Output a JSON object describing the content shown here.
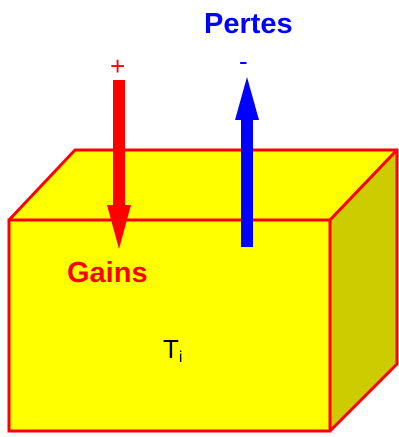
{
  "colors": {
    "box_fill": "#ffff00",
    "box_side": "#cccc00",
    "box_edge": "#ff0000",
    "gain_arrow": "#ff0000",
    "loss_arrow": "#0000ff",
    "gain_text": "#ff0000",
    "loss_text": "#0000ff",
    "temperature_text": "#000000"
  },
  "labels": {
    "losses": "Pertes",
    "gains": "Gains",
    "plus": "+",
    "minus": "-",
    "temperature": "T",
    "temperature_subscript": "i"
  },
  "icons": {
    "gain_arrow": "arrow-down-icon",
    "loss_arrow": "arrow-up-icon"
  }
}
